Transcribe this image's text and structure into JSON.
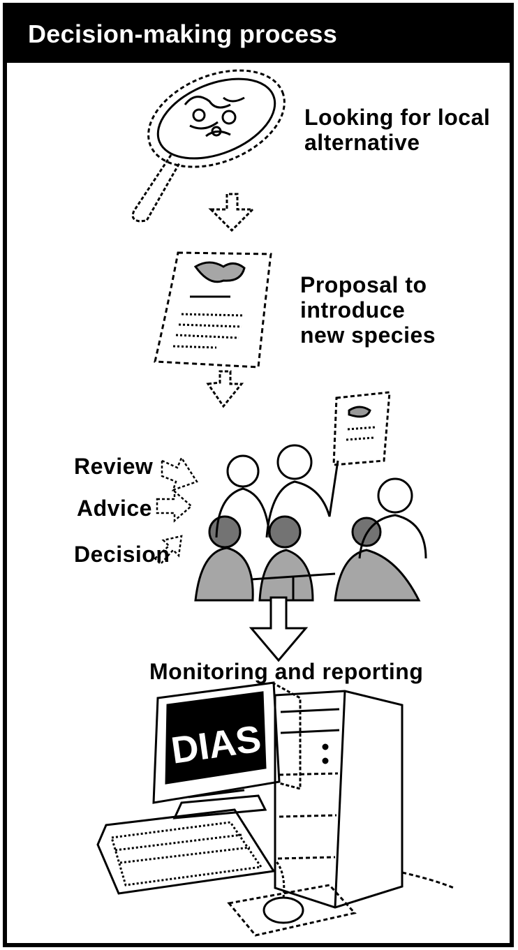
{
  "header": {
    "title": "Decision-making process"
  },
  "steps": {
    "step1": "Looking for local\nalternative",
    "step2": "Proposal to\nintroduce\nnew species",
    "review": "Review",
    "advice": "Advice",
    "decision": "Decision",
    "monitoring": "Monitoring and reporting"
  },
  "monitor": {
    "screen_text": "DIAS"
  },
  "colors": {
    "ink": "#000000",
    "paper": "#ffffff"
  }
}
